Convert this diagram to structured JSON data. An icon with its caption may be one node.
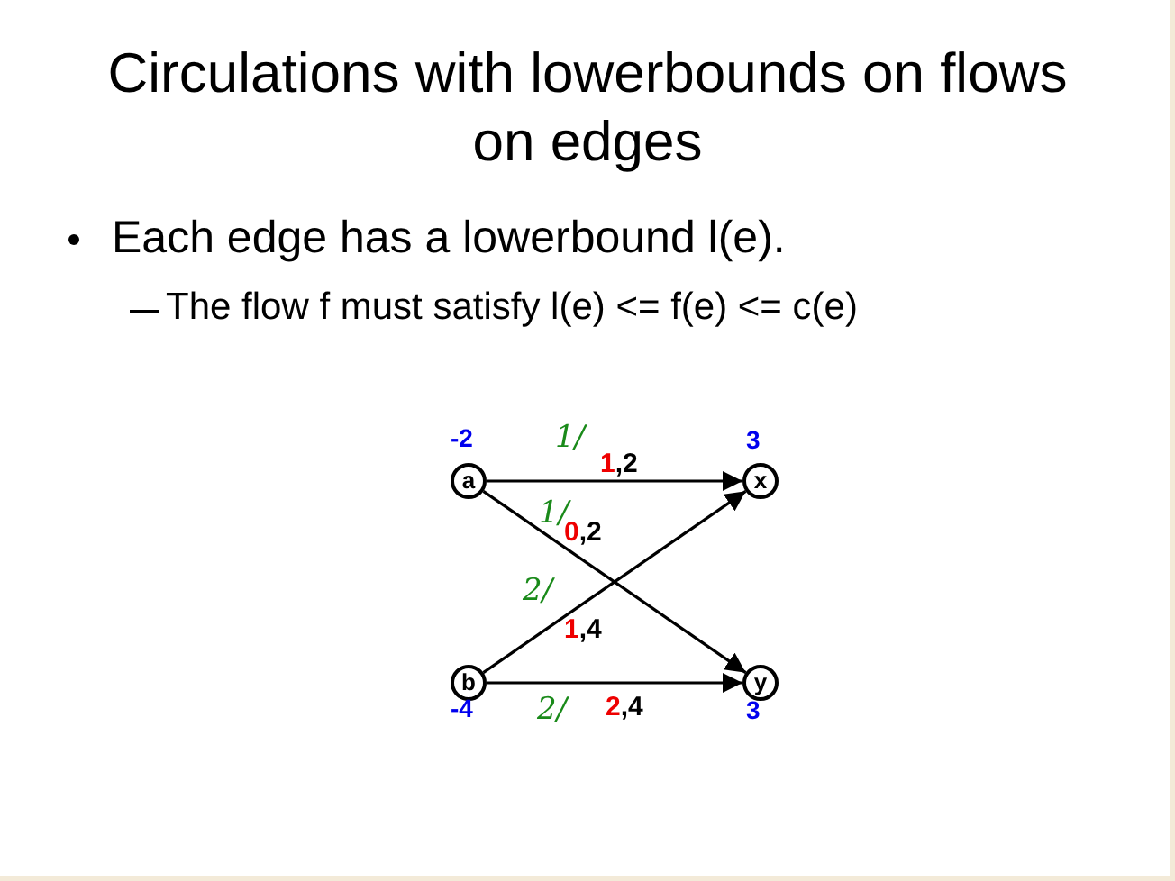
{
  "diagram": {
    "title": "Circulations with lowerbounds on flows on edges",
    "nodes": [
      {
        "text": [
          "a"
        ],
        "beside": [
          "-2"
        ]
      },
      {
        "text": [
          "x"
        ],
        "beside": [
          "3"
        ]
      },
      {
        "text": [
          "b"
        ],
        "beside": [
          "-4"
        ]
      },
      {
        "text": [
          "y"
        ],
        "beside": [
          "3"
        ]
      }
    ],
    "edges": [
      {
        "from": 0,
        "to": 1,
        "arrow": "to",
        "label": "1,2"
      },
      {
        "from": 0,
        "to": 3,
        "arrow": "to",
        "label": "0,2"
      },
      {
        "from": 2,
        "to": 1,
        "arrow": "to",
        "label": "1,4"
      },
      {
        "from": 2,
        "to": 3,
        "arrow": "to",
        "label": "2,4"
      }
    ],
    "labels": [
      "Each edge has a lowerbound l(e).",
      "The flow f must satisfy l(e) <= f(e) <= c(e)",
      "1/",
      "1/",
      "2/",
      "2/"
    ]
  }
}
